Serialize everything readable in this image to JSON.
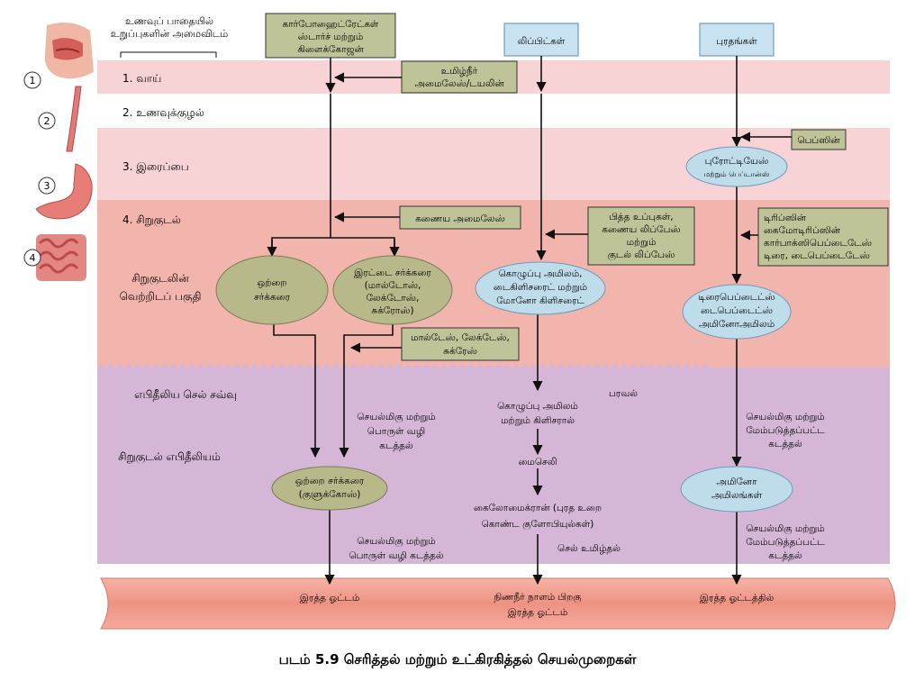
{
  "header": {
    "organs_heading_line1": "உணவுப் பாதையில்",
    "organs_heading_line2": "உறுப்புகளின் அமைவிடம்"
  },
  "organs": [
    {
      "number": "1",
      "name": "1. வாய்"
    },
    {
      "number": "2",
      "name": "2. உணவுக்குழல்"
    },
    {
      "number": "3",
      "name": "3. இரைப்பை"
    },
    {
      "number": "4",
      "name": "4. சிறுகுடல்"
    }
  ],
  "zones": {
    "lumen_line1": "சிறுகுடலின்",
    "lumen_line2": "வெற்றிடப் பகுதி",
    "epithelial_border": "எபிதீலிய செல் சவ்வு",
    "epithelium": "சிறுகுடல் எபிதீலியம்"
  },
  "columns": {
    "carb_line1": "கார்போஹைட்ரேட்கள்",
    "carb_line2": "ஸ்டார்ச் மற்றும்",
    "carb_line3": "கிளைக்கோஜன்",
    "lipid": "லிப்பிட்கள்",
    "protein": "புரதங்கள்"
  },
  "enzymes": {
    "salivary_line1": "உமிழ்நீர்",
    "salivary_line2": "அமைலேஸ்/டயலின்",
    "pepsin": "பெப்ஸின்",
    "pancreatic_amylase": "கணைய அமைலேஸ்",
    "lipase_line1": "பித்த உப்புகள்,",
    "lipase_line2": "கணைய லிப்பேஸ்",
    "lipase_line3": "மற்றும்",
    "lipase_line4": "குடல் லிப்பேஸ்",
    "protease_line1": "டிரிப்ஸின்",
    "protease_line2": "கைமோடிரிப்ஸின்",
    "protease_line3": "கார்பாக்ஸிபெப்டைடேஸ்",
    "protease_line4": "டிரை, டைபெப்டைடேஸ்",
    "disaccharidase_line1": "மால்டேஸ், லேக்டேஸ்,",
    "disaccharidase_line2": "சுக்ரேஸ்"
  },
  "products": {
    "proteose_line1": "புரோட்டியேஸ்",
    "proteose_line2": "மற்றும் பெப்டான்ஸ்",
    "monosaccharide_line1": "ஒற்றை",
    "monosaccharide_line2": "சர்க்கரை",
    "disaccharide_line1": "இரட்டை சர்க்கரை",
    "disaccharide_line2": "(மால்டோஸ்,",
    "disaccharide_line3": "லேக்டோஸ்,",
    "disaccharide_line4": "சுக்ரோஸ்)",
    "fat_line1": "கொழுப்பு அமிலம்,",
    "fat_line2": "டைகிளிசரைட் மற்றும்",
    "fat_line3": "மோனோ கிளிசரைட்",
    "peptide_line1": "டிரைபெப்டைட்ஸ்",
    "peptide_line2": "டைபெப்டைட்ஸ்",
    "peptide_line3": "அமினோஅமிலம்",
    "glucose_line1": "ஒற்றை சர்க்கரை",
    "glucose_line2": "(குளுக்கோஸ்)",
    "amino_line1": "அமினோ",
    "amino_line2": "அமிலங்கள்"
  },
  "transport": {
    "active_carb_line1": "செயல்மிகு மற்றும்",
    "active_carb_line2": "பொருள் வழி",
    "active_carb_line3": "கடத்தல்",
    "diffusion": "பரவல்",
    "fat_glycerol_line1": "கொழுப்பு அமிலம்",
    "fat_glycerol_line2": "மற்றும் கிளிசரால்",
    "micelle": "மைசெலி",
    "chylo_line1": "கைலோமைக்ரான் (புரத உறை",
    "chylo_line2": "கொண்ட குளோபியுல்கள்)",
    "exocytosis": "செல் உமிழ்தல்",
    "active_protein_line1": "செயல்மிகு மற்றும்",
    "active_protein_line2": "மேம்படுத்தப்பட்ட",
    "active_protein_line3": "கடத்தல்",
    "active_glucose_line1": "செயல்மிகு மற்றும்",
    "active_glucose_line2": "பொருள் வழி கடத்தல்",
    "active_amino_line1": "செயல்மிகு மற்றும்",
    "active_amino_line2": "மேம்படுத்தப்பட்ட",
    "active_amino_line3": "கடத்தல்"
  },
  "blood": {
    "carb": "இரத்த ஓட்டம்",
    "lymph_line1": "நிணநீர் நாளம் பிறகு",
    "lymph_line2": "இரத்த ஓட்டம்",
    "protein": "இரத்த ஓட்டத்தில்"
  },
  "caption": "படம் 5.9 செரித்தல் மற்றும் உட்கிரகித்தல் செயல்முறைகள்",
  "colors": {
    "band_pink": "#f8d3d6",
    "band_salmon": "#f2b5ae",
    "epithelium_purple": "#d5b6d6",
    "enzyme_box": "#bfc398",
    "oval_green": "#b7b98a",
    "oval_blue": "#bfdceb",
    "nutrient_box": "#c9e2f1",
    "blood_vessel": "#ee9283"
  }
}
